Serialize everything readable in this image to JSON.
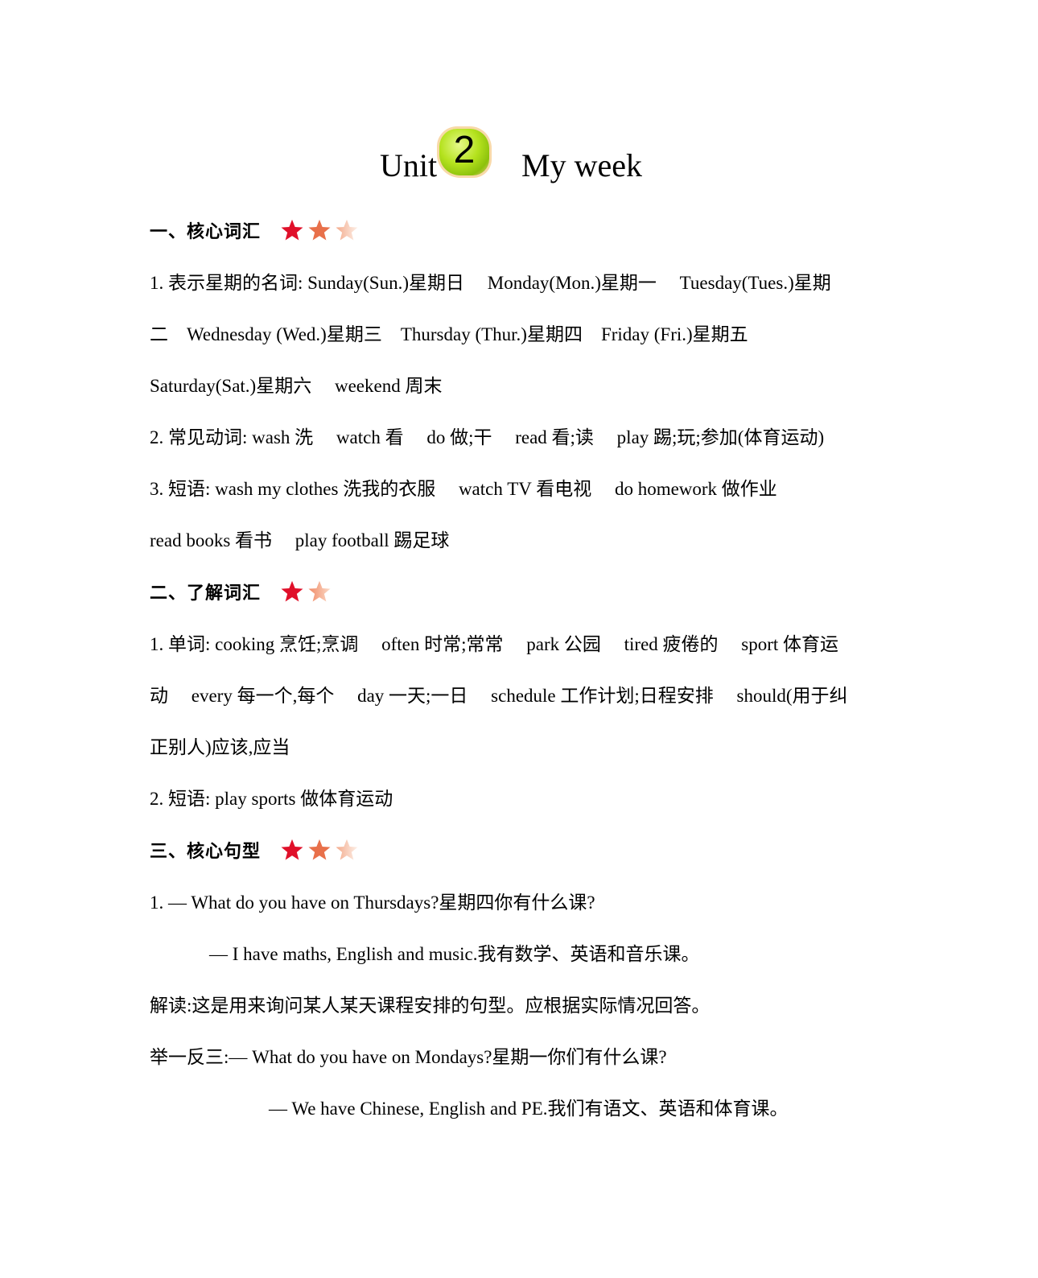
{
  "title": {
    "prefix": "Unit",
    "unit_number": "2",
    "topic": "My week"
  },
  "sections": [
    {
      "heading": "一、核心词汇",
      "stars": 3,
      "lines": [
        "1. 表示星期的名词: Sunday(Sun.)星期日　 Monday(Mon.)星期一　 Tuesday(Tues.)星期",
        "二　Wednesday (Wed.)星期三　Thursday (Thur.)星期四　Friday (Fri.)星期五",
        "Saturday(Sat.)星期六　 weekend 周末",
        "2. 常见动词: wash 洗　 watch 看　 do 做;干　 read 看;读　 play 踢;玩;参加(体育运动)",
        "3. 短语: wash my clothes 洗我的衣服　 watch TV 看电视　 do homework 做作业",
        "read books 看书　 play football 踢足球"
      ]
    },
    {
      "heading": "二、了解词汇",
      "stars": 2,
      "lines": [
        "1. 单词: cooking 烹饪;烹调　 often 时常;常常　 park 公园　 tired 疲倦的　 sport 体育运",
        "动　 every 每一个,每个　 day 一天;一日　 schedule 工作计划;日程安排　 should(用于纠",
        "正别人)应该,应当",
        "2. 短语: play sports 做体育运动"
      ]
    },
    {
      "heading": "三、核心句型",
      "stars": 3,
      "lines": [
        "1. — What do you have on Thursdays?星期四你有什么课?",
        "— I have maths, English and music.我有数学、英语和音乐课。",
        "解读:这是用来询问某人某天课程安排的句型。应根据实际情况回答。",
        "举一反三:— What do you have on Mondays?星期一你们有什么课?",
        "— We have Chinese, English and PE.我们有语文、英语和体育课。"
      ]
    }
  ],
  "colors": {
    "star_1": "#e0102a",
    "star_2": "#e8704a",
    "star_3": "#f6c7ae",
    "badge_green": "#a6d41a",
    "badge_rim": "#f8d9a8"
  }
}
